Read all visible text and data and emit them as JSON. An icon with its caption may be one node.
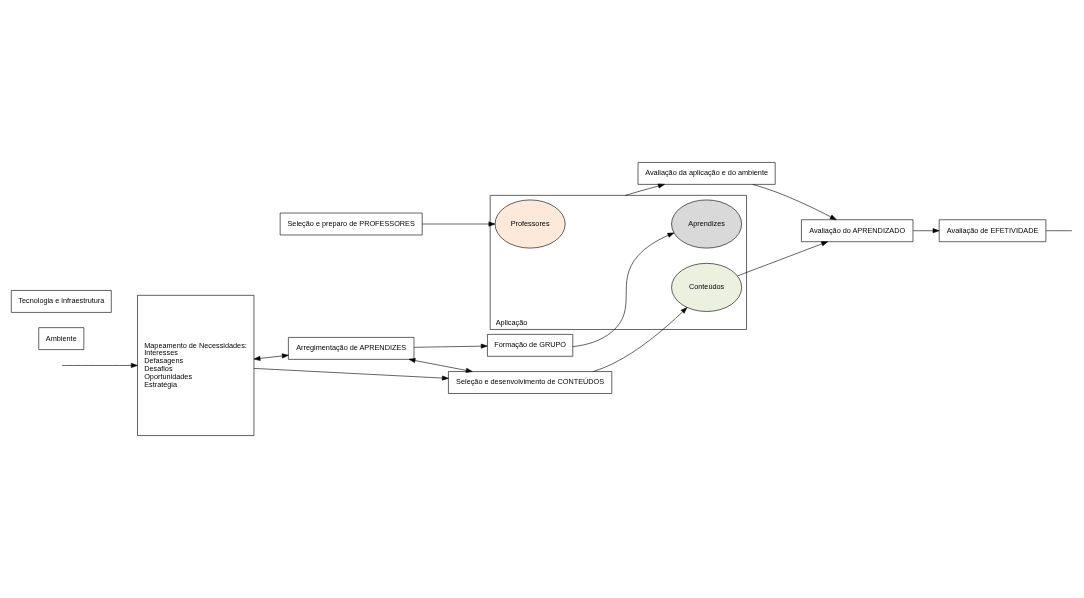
{
  "diagram": {
    "nodes": [
      {
        "text": [
          "Mapeamento de Necessidades:",
          "Interesses",
          "Defasagens",
          "Desafios",
          "Oportunidades",
          "Estratégia"
        ]
      },
      {
        "text": [
          "Arregimentação de APRENDIZES"
        ]
      },
      {
        "text": [
          "Formação de GRUPO"
        ]
      },
      {
        "text": [
          "Seleção e preparo de PROFESSORES"
        ]
      },
      {
        "text": [
          "Aplicação"
        ]
      },
      {
        "text": [
          "Ambiente"
        ]
      },
      {
        "text": [
          "Tecnologia e infraestrutura"
        ]
      },
      {
        "text": [
          "Aprendizes"
        ],
        "in": 4
      },
      {
        "text": [
          "Professores"
        ],
        "in": 4
      },
      {
        "text": [
          "Conteúdos"
        ],
        "in": 4
      },
      {
        "text": [
          "Seleção e desenvolvimento de CONTEÚDOS"
        ]
      },
      {
        "text": [
          "Avaliação da aplicação e do ambiente"
        ]
      },
      {
        "text": [
          "Avaliação do APRENDIZADO"
        ]
      },
      {
        "text": [
          "Avaliação de EFETIVIDADE"
        ]
      }
    ],
    "edges": [
      {
        "from": 0,
        "to": 1,
        "arrow": "both"
      },
      {
        "from": 1,
        "to": 2,
        "arrow": "to"
      },
      {
        "from": 1,
        "to": 10,
        "arrow": "both"
      },
      {
        "from": 2,
        "to": 7,
        "arrow": "to"
      },
      {
        "from": 3,
        "to": 8,
        "arrow": "to"
      },
      {
        "from": null,
        "to": 0,
        "arrow": "to"
      },
      {
        "from": 0,
        "to": 10,
        "arrow": "to"
      },
      {
        "from": 10,
        "to": 9,
        "arrow": "to"
      },
      {
        "from": 4,
        "to": 11,
        "arrow": "to"
      },
      {
        "from": 9,
        "to": 12,
        "arrow": "to"
      },
      {
        "from": 11,
        "to": 12,
        "arrow": "to"
      },
      {
        "from": 12,
        "to": 13,
        "arrow": "to"
      },
      {
        "from": 13,
        "to": null,
        "arrow": "none"
      }
    ]
  }
}
